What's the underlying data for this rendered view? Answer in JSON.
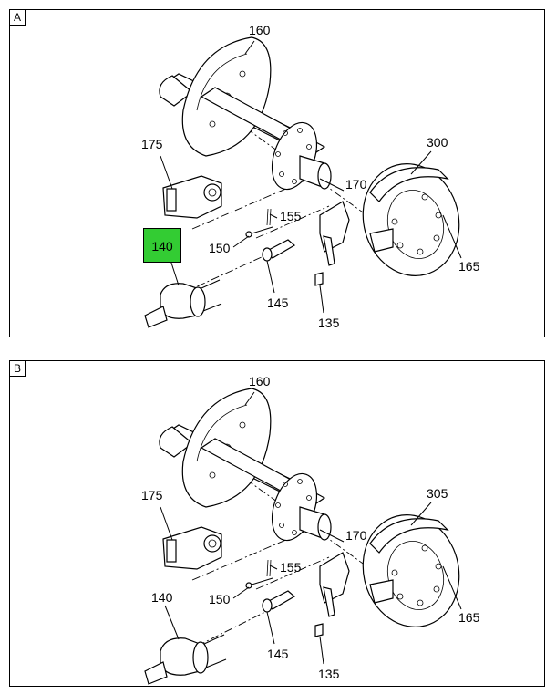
{
  "panels": [
    {
      "tag": "A",
      "callouts": {
        "c160": "160",
        "c175": "175",
        "c300": "300",
        "c170": "170",
        "c155": "155",
        "c150": "150",
        "c140": "140",
        "c145": "145",
        "c165": "165",
        "c135": "135"
      },
      "highlighted": "140",
      "highlight_color": "#33cc33"
    },
    {
      "tag": "B",
      "callouts": {
        "c160": "160",
        "c175": "175",
        "c300": "305",
        "c170": "170",
        "c155": "155",
        "c150": "150",
        "c140": "140",
        "c145": "145",
        "c165": "165",
        "c135": "135"
      }
    }
  ]
}
